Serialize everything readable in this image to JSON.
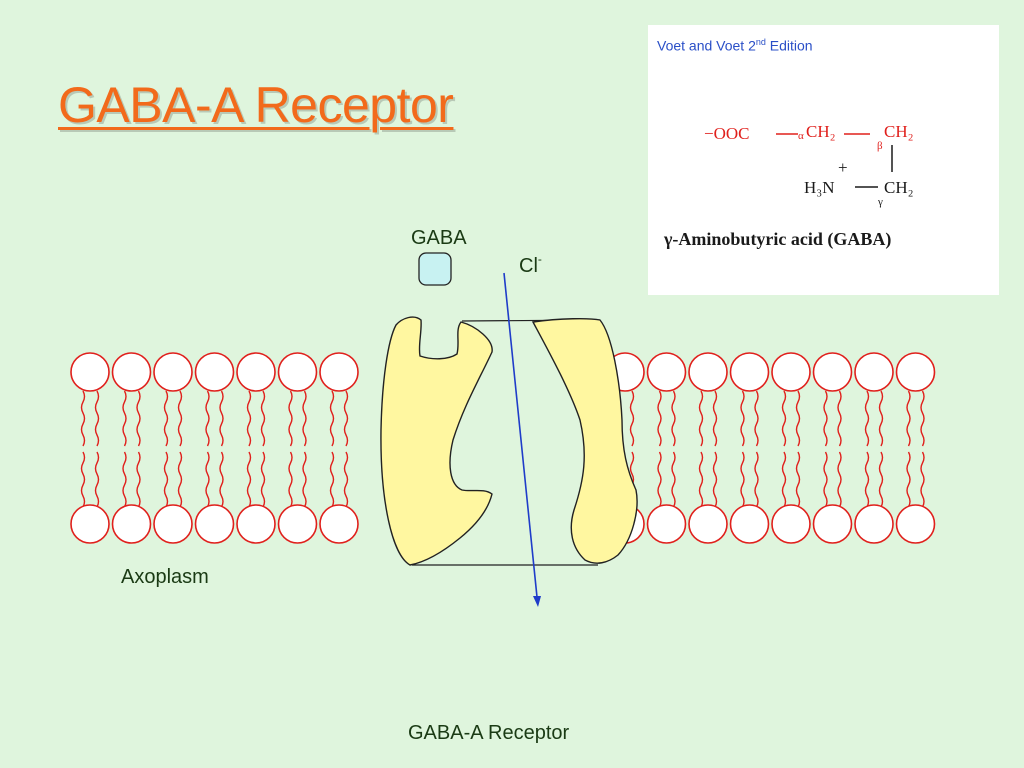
{
  "slide": {
    "title": "GABA-A Receptor",
    "caption": "GABA-A Receptor",
    "axoplasm_label": "Axoplasm",
    "gaba_label": "GABA",
    "chloride_label": "Cl",
    "chloride_charge": "-"
  },
  "reference": {
    "credit_prefix": "Voet and Voet 2",
    "credit_sup": "nd",
    "credit_suffix": " Edition",
    "structure": {
      "carboxylate": "−OOC",
      "ch2_alpha": "CH₂",
      "ch2_beta": "CH₂",
      "ch2_gamma": "CH₂",
      "amine": "H₃N",
      "plus": "+",
      "alpha": "α",
      "beta": "β",
      "gamma": "γ"
    },
    "name_prefix": "γ",
    "name": "-Aminobutyric acid (GABA)"
  },
  "colors": {
    "background": "#dff5dd",
    "title": "#f26a1b",
    "lipid": "#e0201c",
    "receptor_fill": "#fff7a0",
    "arrow": "#1f3cc9",
    "gaba_ligand": "#c8f2f2",
    "formula": "#e0201c"
  }
}
